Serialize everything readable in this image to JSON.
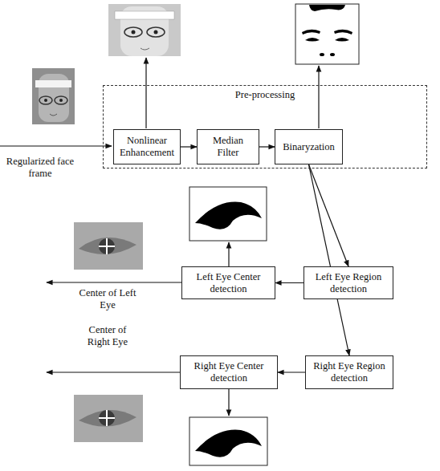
{
  "diagram": {
    "nodes": [
      {
        "text": [
          "Pre-processing"
        ]
      },
      {
        "text": [
          "Nonlinear Enhancement"
        ],
        "in": 0
      },
      {
        "text": [
          "Median Filter"
        ],
        "in": 0
      },
      {
        "text": [
          "Binaryzation"
        ],
        "in": 0
      },
      {
        "text": [
          "Left Eye Center detection"
        ]
      },
      {
        "text": [
          "Left Eye Region detection"
        ]
      },
      {
        "text": [
          "Right Eye Center detection"
        ]
      },
      {
        "text": [
          "Right Eye Region detection"
        ]
      }
    ],
    "edges": [
      {
        "from": 1,
        "to": 2,
        "arrow": "to"
      },
      {
        "from": 2,
        "to": 3,
        "arrow": "to"
      },
      {
        "from": 3,
        "to": 5,
        "arrow": "to"
      },
      {
        "from": 3,
        "to": 7,
        "arrow": "to"
      },
      {
        "from": 5,
        "to": 4,
        "arrow": "to"
      },
      {
        "from": 7,
        "to": 6,
        "arrow": "to"
      }
    ],
    "labels": [
      "Regularized face frame",
      "Center of Left Eye",
      "Center of Right Eye"
    ]
  }
}
